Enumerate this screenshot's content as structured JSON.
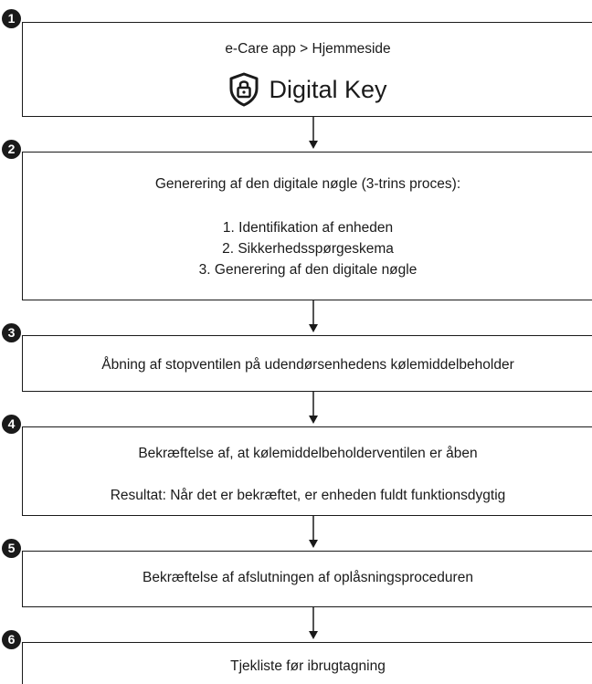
{
  "steps": [
    {
      "number": "1",
      "line1": "e-Care app > Hjemmeside",
      "key_label": "Digital Key"
    },
    {
      "number": "2",
      "title": "Generering af den digitale nøgle (3-trins proces):",
      "items": [
        "1. Identifikation af enheden",
        "2. Sikkerhedsspørgeskema",
        "3. Generering af den digitale nøgle"
      ]
    },
    {
      "number": "3",
      "text": "Åbning af stopventilen på udendørsenhedens kølemiddelbeholder"
    },
    {
      "number": "4",
      "line1": "Bekræftelse af, at kølemiddelbeholderventilen er åben",
      "line2": "Resultat: Når det er bekræftet, er enheden fuldt funktionsdygtig"
    },
    {
      "number": "5",
      "text": "Bekræftelse af afslutningen af oplåsningsproceduren"
    },
    {
      "number": "6",
      "text": "Tjekliste før ibrugtagning"
    }
  ]
}
